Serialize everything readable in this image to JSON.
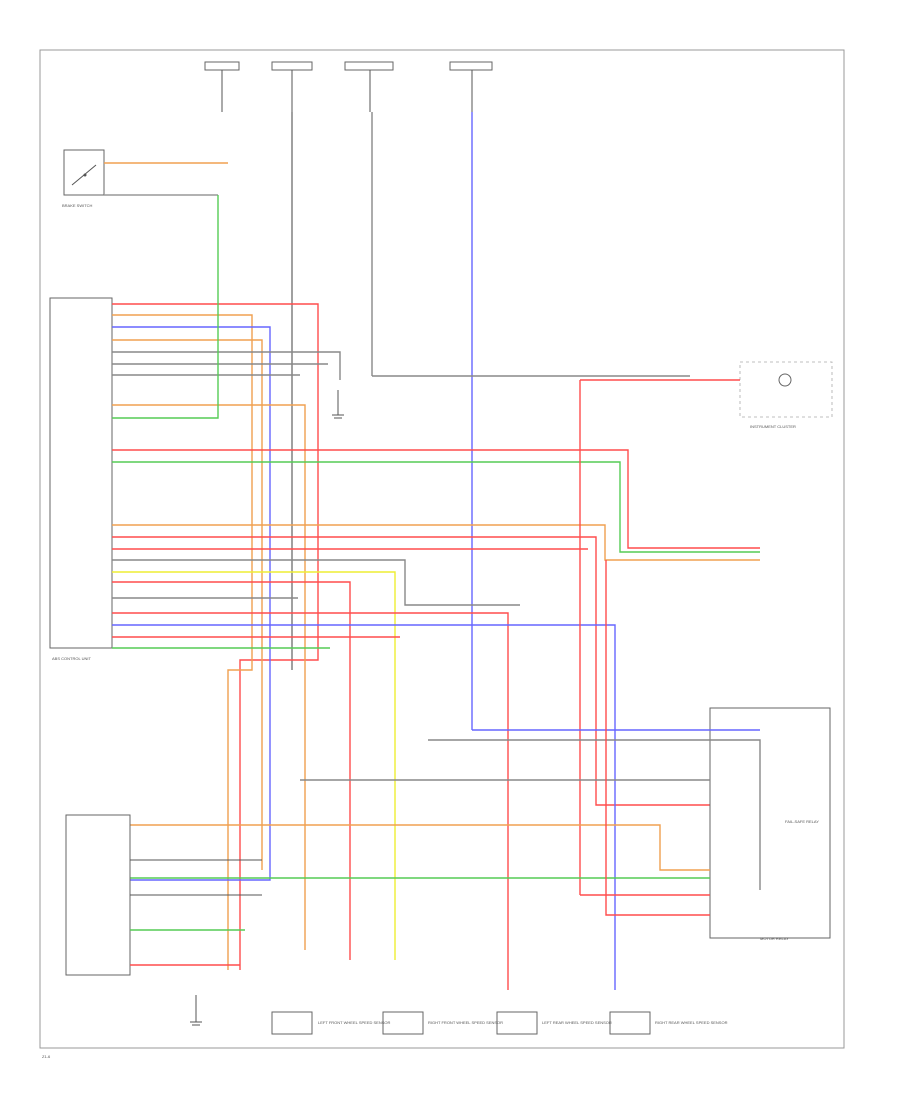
{
  "labels": {
    "brake_switch": "BRAKE SWITCH",
    "abs_control_unit": "ABS CONTROL UNIT",
    "instrument_cluster": "INSTRUMENT CLUSTER",
    "fail_safe_relay": "FAIL-SAFE RELAY",
    "motor_relay": "MOTOR RELAY",
    "left_front_sensor": "LEFT FRONT WHEEL SPEED SENSOR",
    "right_front_sensor": "RIGHT FRONT WHEEL SPEED SENSOR",
    "left_rear_sensor": "LEFT REAR WHEEL SPEED SENSOR",
    "right_rear_sensor": "RIGHT REAR WHEEL SPEED SENSOR",
    "footer": "Z1-6"
  },
  "colors": {
    "red": "#ff4d4d",
    "orange": "#f0a050",
    "blue": "#6666ff",
    "green": "#55cc55",
    "yellow": "#eeee33",
    "black": "#555555",
    "pink": "#ff9999",
    "frame": "#999999"
  }
}
